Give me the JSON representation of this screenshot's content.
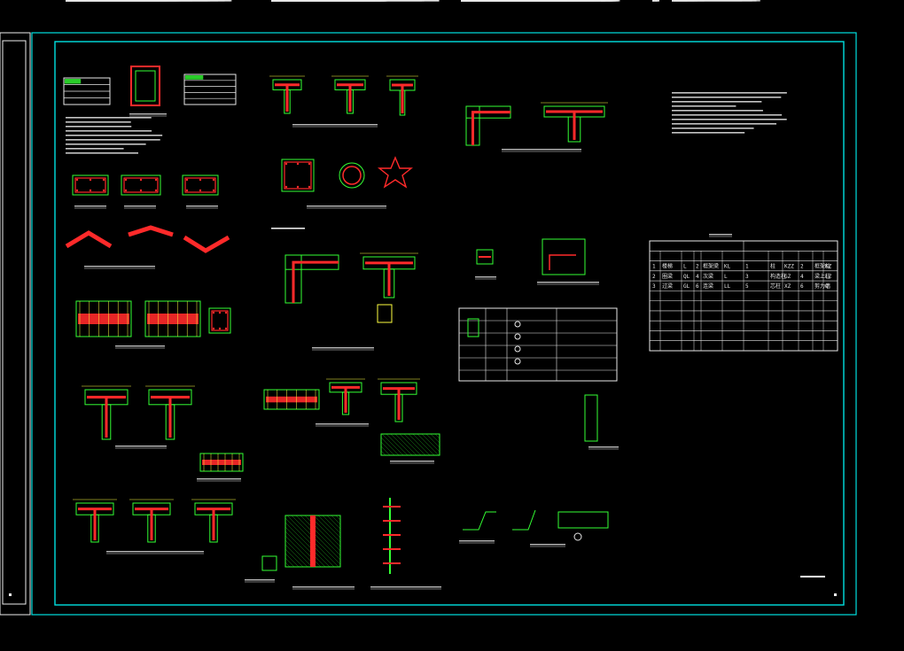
{
  "drawing": {
    "kind": "CAD structural detail sheet",
    "colors": {
      "background": "#000000",
      "frame": "#00e0e0",
      "rebar": "#ff2a2a",
      "outline": "#33ff33",
      "text": "#e8e8e8",
      "dimension": "#ffff40"
    }
  },
  "table": {
    "rows": [
      [
        "1",
        "楼梯",
        "L",
        "2",
        "框架梁",
        "KL",
        "1",
        "柱",
        "KZZ",
        "2",
        "框架柱",
        "KZ"
      ],
      [
        "2",
        "圈梁",
        "QL",
        "4",
        "次梁",
        "L",
        "3",
        "构造柱",
        "GZ",
        "4",
        "梁上柱",
        "LZ"
      ],
      [
        "3",
        "过梁",
        "GL",
        "6",
        "连梁",
        "LL",
        "5",
        "芯柱",
        "XZ",
        "6",
        "剪力墙",
        "Q"
      ]
    ]
  },
  "detail_blocks": [
    {
      "id": "a"
    },
    {
      "id": "b"
    },
    {
      "id": "c"
    },
    {
      "id": "d"
    },
    {
      "id": "e"
    },
    {
      "id": "f"
    },
    {
      "id": "g"
    },
    {
      "id": "h"
    }
  ]
}
